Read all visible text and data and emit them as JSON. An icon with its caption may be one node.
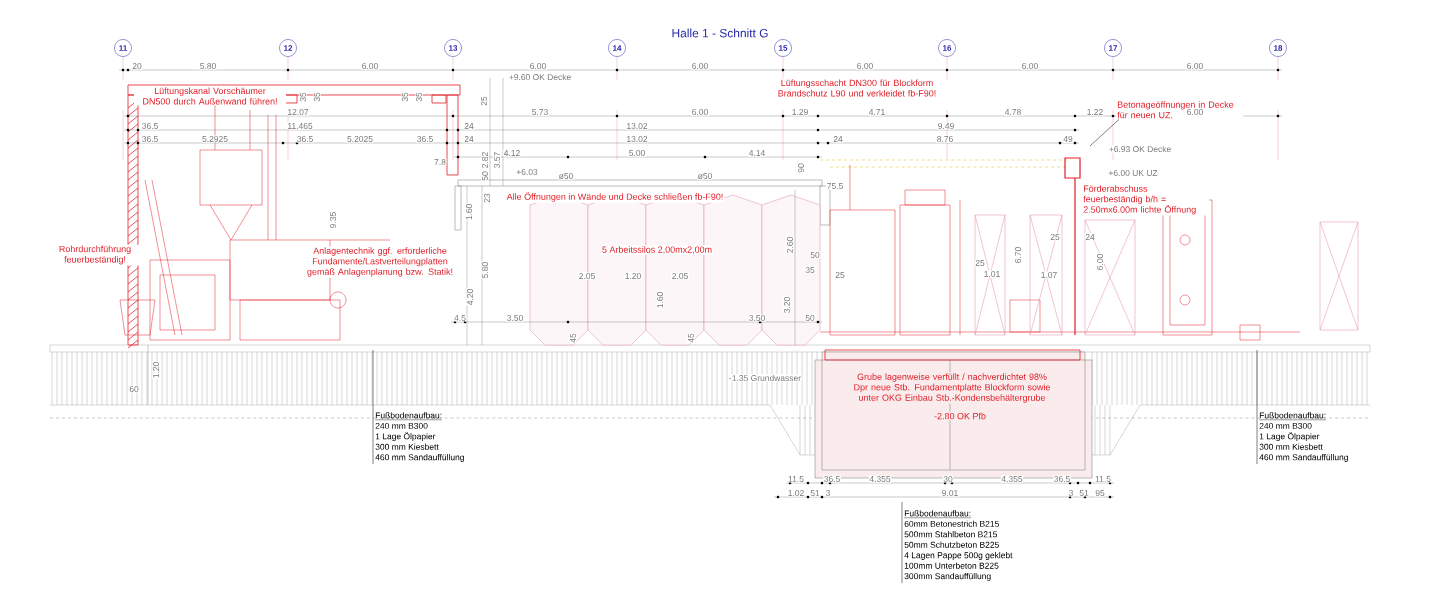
{
  "diagram": {
    "title": "Halle 1 - Schnitt G",
    "nodes": [
      {
        "text": [
          "11"
        ]
      },
      {
        "text": [
          "12"
        ]
      },
      {
        "text": [
          "13"
        ]
      },
      {
        "text": [
          "14"
        ]
      },
      {
        "text": [
          "15"
        ]
      },
      {
        "text": [
          "16"
        ]
      },
      {
        "text": [
          "17"
        ]
      },
      {
        "text": [
          "18"
        ]
      },
      {
        "text": [
          "Fußbodenaufbau:",
          "240 mm B300",
          "1 Lage Ölpapier",
          "300 mm Kiesbett",
          "460 mm Sandauffüllung"
        ]
      },
      {
        "text": [
          "Fußbodenaufbau:",
          "60mm Betonestrich B215",
          "500mm Stahlbeton B215",
          "50mm Schutzbeton B225",
          "4 Lagen Pappe 500g geklebt",
          "100mm Unterbeton B225",
          "300mm Sandauffüllung"
        ]
      },
      {
        "text": [
          "Fußbodenaufbau:",
          "240 mm B300",
          "1 Lage Ölpapier",
          "300 mm Kiesbett",
          "460 mm Sandauffüllung"
        ]
      },
      {
        "text": [
          "Betonageöffnungen in Decke für neuen UZ."
        ]
      }
    ],
    "edges": [
      {
        "from": 8,
        "to": null,
        "arrow": "none"
      },
      {
        "from": 9,
        "to": null,
        "arrow": "none"
      },
      {
        "from": 10,
        "to": null,
        "arrow": "none"
      },
      {
        "from": 11,
        "to": null,
        "arrow": "none"
      }
    ],
    "labels": [
      "20",
      "5.80",
      "6.00",
      "6.00",
      "6.00",
      "6.00",
      "6.00",
      "6.00",
      "+9.60 OK Decke",
      "Lüftungskanal Vorschäumer DN500 durch Außenwand führen!",
      "35",
      "35",
      "35",
      "35",
      "Lüftungsschacht DN300 für Blockform Brandschutz L90 und verkleidet fb-F90!",
      "12.07",
      "5.73",
      "6.00",
      "1.29",
      "4.71",
      "4.78",
      "1.22",
      "6.00",
      "36.5",
      "11.465",
      "24",
      "13.02",
      "9.49",
      "36.5",
      "5.2925",
      "36.5",
      "5.2025",
      "36.5",
      "24",
      "13.02",
      "24",
      "8.76",
      "49",
      "25",
      "2.82",
      "3.57",
      "7.8",
      "4.12",
      "5.00",
      "4.14",
      "+6.03",
      "50",
      "ø50",
      "ø50",
      "90",
      "75.5",
      "+6.93 OK Decke",
      "+6.00 UK UZ",
      "Alle Öffnungen in Wände und Decke schließen fb-F90!",
      "Förderabschuss feuerbeständig b/h = 2.50mx6.00m lichte Öffnung",
      "1.60",
      "23",
      "9.35",
      "Rohrdurchführung feuerbeständig!",
      "5 Arbeitssilos 2,00mx2,00m",
      "Anlagentechnik ggf. erforderliche Fundamente/Lastverteilungplatten gemäß Anlagenplanung bzw. Statik!",
      "2.05",
      "1.20",
      "2.05",
      "5.80",
      "4.20",
      "1.60",
      "2.60",
      "3.20",
      "50",
      "35",
      "25",
      "4.5",
      "3.50",
      "3.50",
      "50",
      "45",
      "45",
      "25",
      "1.01",
      "6.70",
      "1.07",
      "25",
      "24",
      "6.00",
      "1.20",
      "60",
      "-1.35 Grundwasser",
      "Grube lagenweise verfüllt / nachverdichtet 98% Dpr neue Stb. Fundamentplatte Blockform sowie unter OKG Einbau Stb.-Kondensbehältergrube",
      "-2.80 OK Pfb",
      "11.5",
      "36.5",
      "4.355",
      "30",
      "4.355",
      "36.5",
      "11.5",
      "1.02",
      "51",
      "3",
      "9.01",
      "3",
      "51",
      "95"
    ]
  }
}
